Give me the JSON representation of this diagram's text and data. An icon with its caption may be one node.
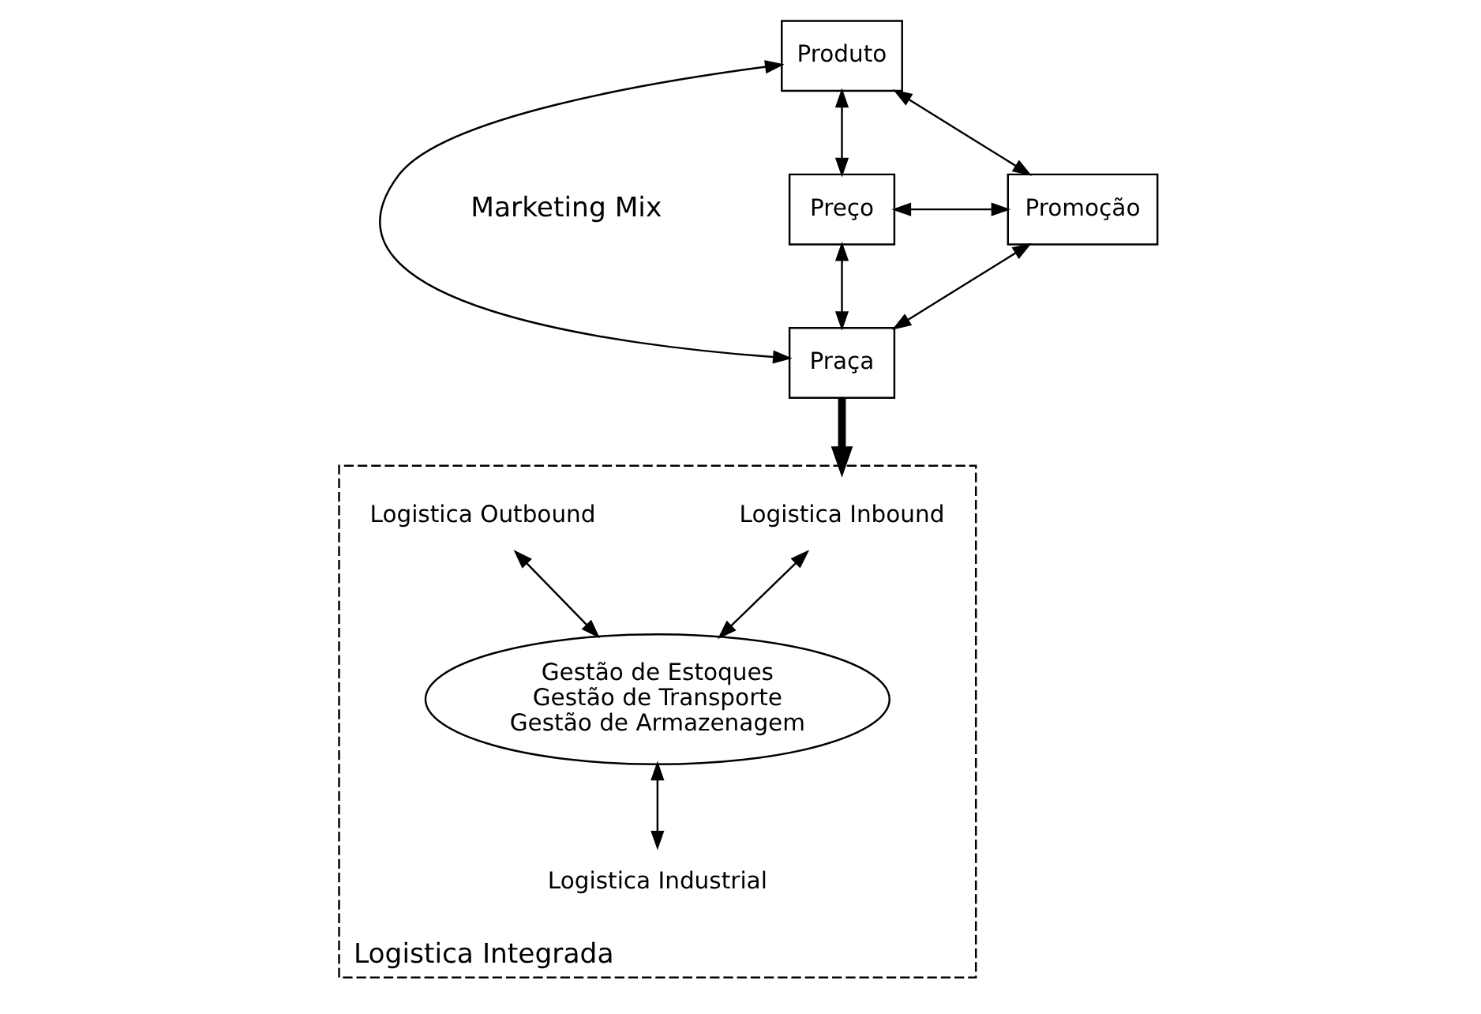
{
  "diagram": {
    "nodes": [
      {
        "text": [
          "Produto"
        ]
      },
      {
        "text": [
          "Preço"
        ]
      },
      {
        "text": [
          "Promoção"
        ]
      },
      {
        "text": [
          "Praça"
        ]
      },
      {
        "text": [
          "Logistica Integrada"
        ]
      },
      {
        "text": [
          "Logistica Inbound"
        ],
        "in": 4
      },
      {
        "text": [
          "Logistica Outbound"
        ],
        "in": 4
      },
      {
        "text": [
          "Gestão de Estoques Gestão de Transporte Gestão de Armazenagem"
        ],
        "in": 4
      },
      {
        "text": [
          "Logistica Industrial"
        ],
        "in": 4
      }
    ],
    "edges": [
      {
        "from": 0,
        "to": 1,
        "arrow": "both"
      },
      {
        "from": 0,
        "to": 2,
        "arrow": "both"
      },
      {
        "from": 0,
        "to": 3,
        "arrow": "both"
      },
      {
        "from": 1,
        "to": 2,
        "arrow": "both"
      },
      {
        "from": 1,
        "to": 3,
        "arrow": "both"
      },
      {
        "from": 2,
        "to": 3,
        "arrow": "both"
      },
      {
        "from": 3,
        "to": 4,
        "arrow": "to",
        "style": "thick"
      },
      {
        "from": 5,
        "to": 7,
        "arrow": "both"
      },
      {
        "from": 6,
        "to": 7,
        "arrow": "both"
      },
      {
        "from": 7,
        "to": 8,
        "arrow": "both"
      }
    ],
    "labels": [
      "Marketing Mix"
    ]
  }
}
